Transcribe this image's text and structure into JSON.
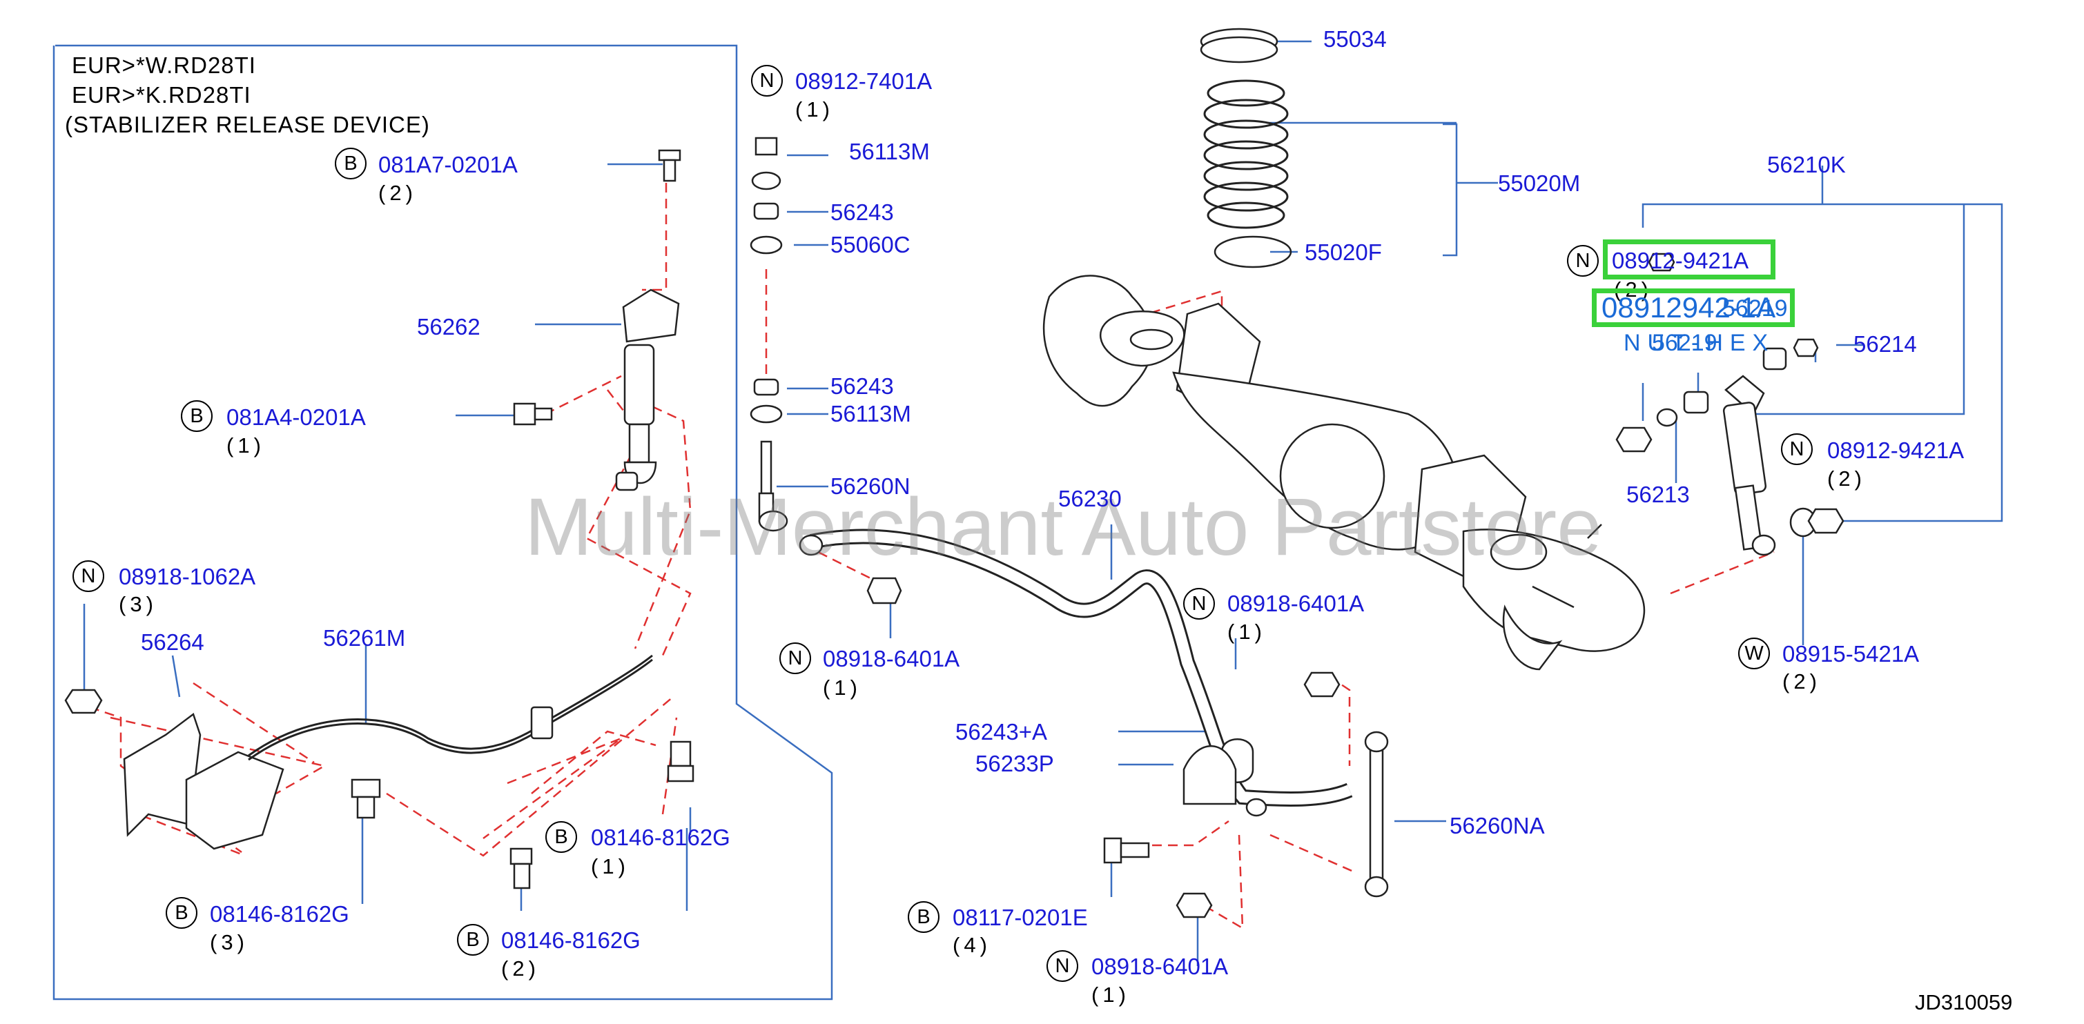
{
  "box_text": [
    "EUR>*W.RD28TI",
    "EUR>*K.RD28TI",
    "(STABILIZER  RELEASE  DEVICE)"
  ],
  "watermark": "Multi-Merchant Auto Partstore",
  "diagram_code": "JD310059",
  "highlight": {
    "big_label": "08912942-1A",
    "overlay_under": "NUT-HEX",
    "overlay_a": "56219",
    "overlay_b": "56219"
  },
  "badges": [
    "N",
    "B",
    "W"
  ],
  "parts": [
    {
      "id": "p01",
      "label": "081A7-0201A",
      "qty": "(2)",
      "prefix": "B"
    },
    {
      "id": "p02",
      "label": "56262"
    },
    {
      "id": "p03",
      "label": "081A4-0201A",
      "qty": "(1)",
      "prefix": "B"
    },
    {
      "id": "p04",
      "label": "08918-1062A",
      "qty": "(3)",
      "prefix": "N"
    },
    {
      "id": "p05",
      "label": "56264"
    },
    {
      "id": "p06",
      "label": "56261M"
    },
    {
      "id": "p07",
      "label": "08146-8162G",
      "qty": "(1)",
      "prefix": "B"
    },
    {
      "id": "p08",
      "label": "08146-8162G",
      "qty": "(3)",
      "prefix": "B"
    },
    {
      "id": "p09",
      "label": "08146-8162G",
      "qty": "(2)",
      "prefix": "B"
    },
    {
      "id": "p10",
      "label": "08912-7401A",
      "qty": "(1)",
      "prefix": "N"
    },
    {
      "id": "p11",
      "label": "56113M"
    },
    {
      "id": "p12",
      "label": "56243"
    },
    {
      "id": "p13",
      "label": "55060C"
    },
    {
      "id": "p14",
      "label": "56243"
    },
    {
      "id": "p15",
      "label": "56113M"
    },
    {
      "id": "p16",
      "label": "56260N"
    },
    {
      "id": "p17",
      "label": "56230"
    },
    {
      "id": "p18",
      "label": "08918-6401A",
      "qty": "(1)",
      "prefix": "N"
    },
    {
      "id": "p19",
      "label": "08918-6401A",
      "qty": "(1)",
      "prefix": "N"
    },
    {
      "id": "p20",
      "label": "56243+A"
    },
    {
      "id": "p21",
      "label": "56233P"
    },
    {
      "id": "p22",
      "label": "56260NA"
    },
    {
      "id": "p23",
      "label": "08117-0201E",
      "qty": "(4)",
      "prefix": "B"
    },
    {
      "id": "p24",
      "label": "08918-6401A",
      "qty": "(1)",
      "prefix": "N"
    },
    {
      "id": "p25",
      "label": "55034"
    },
    {
      "id": "p26",
      "label": "55020M"
    },
    {
      "id": "p27",
      "label": "55020F"
    },
    {
      "id": "p28",
      "label": "56210K"
    },
    {
      "id": "p29",
      "label": "08912-9421A",
      "qty": "(2)",
      "prefix": "N"
    },
    {
      "id": "p30",
      "label": "56214"
    },
    {
      "id": "p31",
      "label": "56213"
    },
    {
      "id": "p32",
      "label": "08912-9421A",
      "qty": "(2)",
      "prefix": "N"
    },
    {
      "id": "p33",
      "label": "08915-5421A",
      "qty": "(2)",
      "prefix": "W"
    }
  ]
}
